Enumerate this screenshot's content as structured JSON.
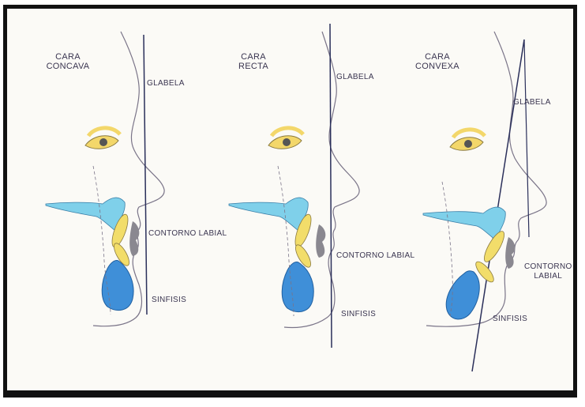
{
  "panels": [
    {
      "title": "CARA\nCONCAVA",
      "glabela": "GLABELA",
      "labial": "CONTORNO LABIAL",
      "sinfisis": "SINFISIS"
    },
    {
      "title": "CARA\nRECTA",
      "glabela": "GLABELA",
      "labial": "CONTORNO LABIAL",
      "sinfisis": "SINFISIS"
    },
    {
      "title": "CARA\nCONVEXA",
      "glabela": "GLABELA",
      "labial": "CONTORNO\nLABIAL",
      "sinfisis": "SINFISIS"
    }
  ],
  "colors": {
    "bone_blue": "#7fd0ea",
    "symphysis_blue": "#3f8fd8",
    "teeth_yellow": "#f2dd6a",
    "eye_yellow": "#f3d76a",
    "soft_tissue_gray": "#8a8890",
    "line_navy": "#2a2f5a"
  }
}
